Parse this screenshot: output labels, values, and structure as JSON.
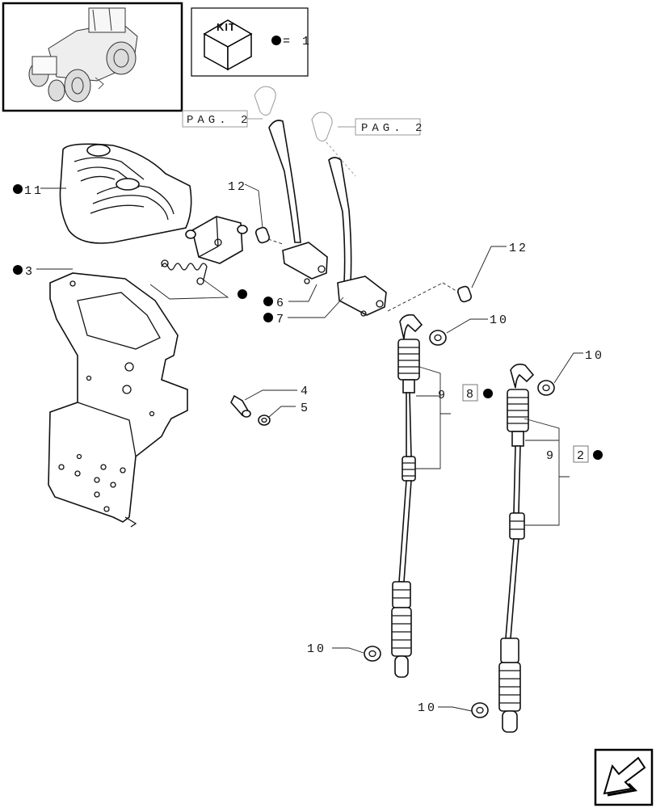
{
  "kit_legend": {
    "kit_label": "KIT",
    "equals_text": "= 1"
  },
  "page_refs": [
    "PAG. 2",
    "PAG. 2"
  ],
  "callouts": {
    "c11": "11",
    "c3": "3",
    "c12a": "12",
    "c12b": "12",
    "c6": "6",
    "c7": "7",
    "c4": "4",
    "c5": "5",
    "c10a": "10",
    "c10b": "10",
    "c10c": "10",
    "c10d": "10",
    "c9a": "9",
    "c9b": "9",
    "c8": "8",
    "c2": "2"
  },
  "kit_marker_color": "#000000",
  "nav_icon": "next-page-arrow-icon"
}
